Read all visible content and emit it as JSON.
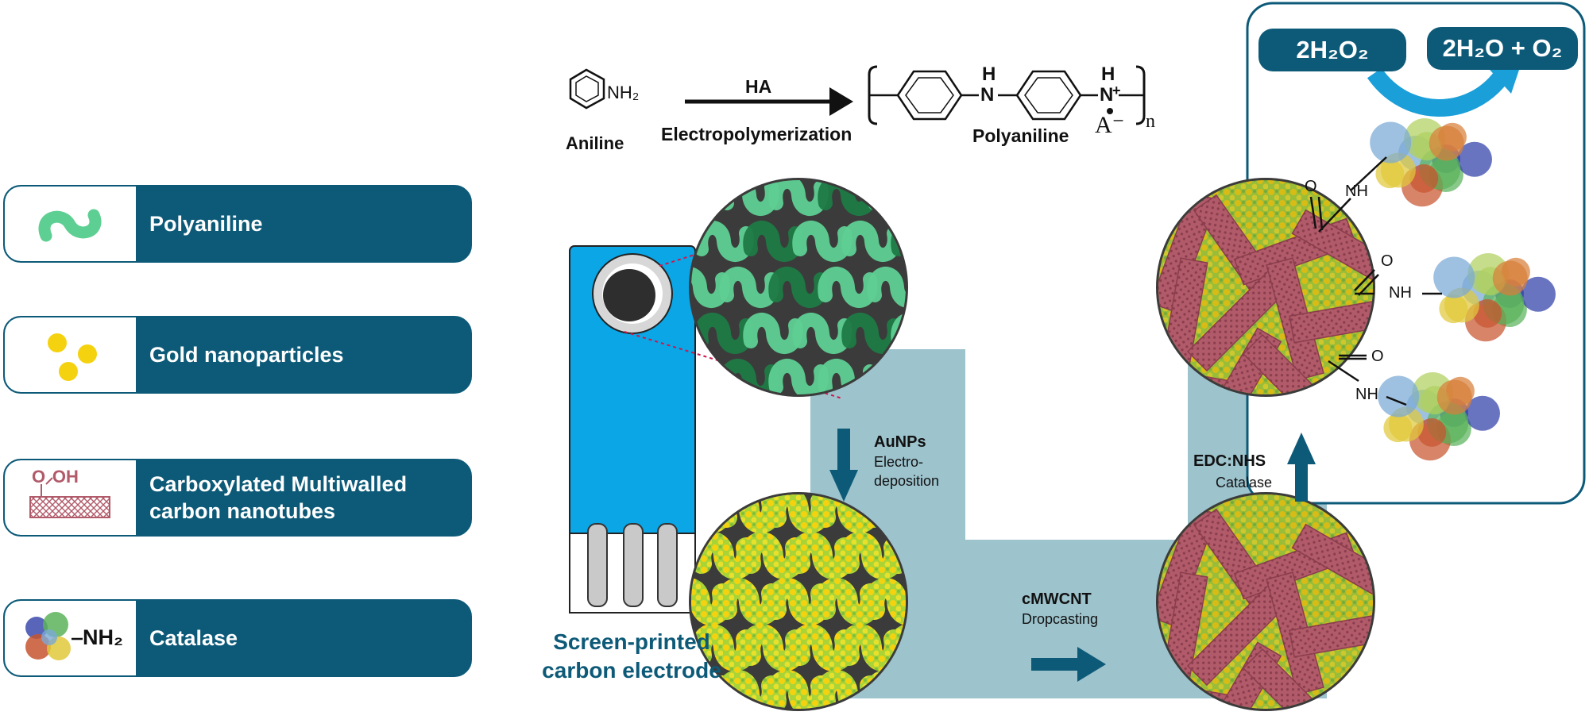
{
  "legend": [
    {
      "label": "Polyaniline"
    },
    {
      "label": "Gold nanoparticles"
    },
    {
      "label_line1": "Carboxylated Multiwalled",
      "label_line2": "carbon nanotubes",
      "swatch_text": "O  OH"
    },
    {
      "label": "Catalase",
      "swatch_text": "NH₂"
    }
  ],
  "reaction": {
    "reagent": "NH₂",
    "reagent_name": "Aniline",
    "arrow_top": "HA",
    "arrow_bottom": "Electropolymerization",
    "product_name": "Polyaniline",
    "n_label": "NH",
    "n_label_right": "N",
    "charge": "+",
    "anion": "A⁻",
    "subscript": "n",
    "h_label": "H"
  },
  "electrode": {
    "label_line1": "Screen-printed",
    "label_line2": "carbon electrode"
  },
  "steps": [
    {
      "title": "AuNPs",
      "subtitle_line1": "Electro-",
      "subtitle_line2": "deposition"
    },
    {
      "title": "cMWCNT",
      "subtitle": "Dropcasting"
    },
    {
      "title": "EDC:NHS",
      "subtitle": "Catalase"
    }
  ],
  "inset": {
    "reactant": "2H₂O₂",
    "product": "2H₂O + O₂",
    "amide_o": "O",
    "amide_nh": "NH"
  },
  "colors": {
    "teal": "#0d5a78",
    "electrode_blue": "#0aa6e6",
    "pani_green": "#5ecf92",
    "pani_dark": "#1e7a45",
    "gold": "#f5d20f",
    "cnt": "#b15a6a",
    "bridge": "#9dc3cd",
    "circle_bg": "#3b3b3b"
  }
}
